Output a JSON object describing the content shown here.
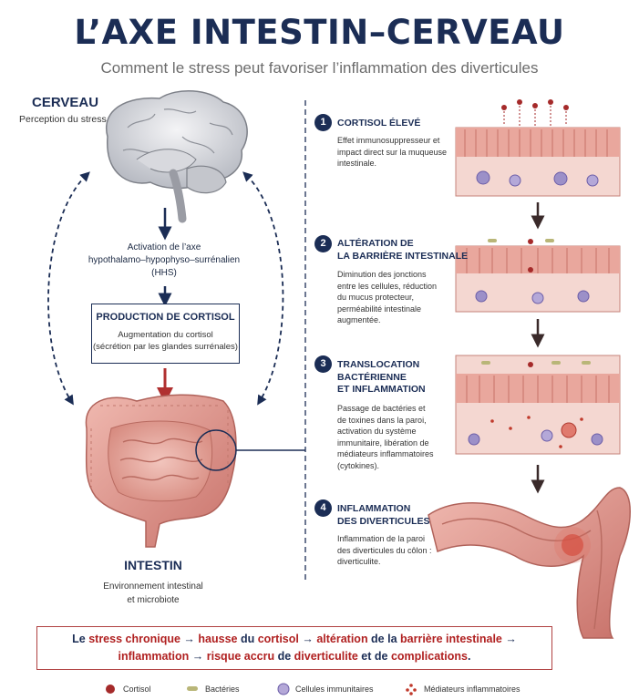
{
  "header": {
    "title": "L’AXE INTESTIN–CERVEAU",
    "subtitle": "Comment le stress peut favoriser l’inflammation des diverticules"
  },
  "brain": {
    "title": "CERVEAU",
    "subtitle": "Perception du stress"
  },
  "hhs": {
    "line1": "Activation de l’axe",
    "line2": "hypothalamo–hypophyso–surrénalien",
    "line3": "(HHS)"
  },
  "cortisol_box": {
    "title": "PRODUCTION DE CORTISOL",
    "line1": "Augmentation du cortisol",
    "line2": "(sécrétion par les glandes surrénales)"
  },
  "intestine": {
    "title": "INTESTIN",
    "line1": "Environnement intestinal",
    "line2": "et microbiote"
  },
  "steps": [
    {
      "num": "1",
      "title1": "CORTISOL ÉLEVÉ",
      "title2": "",
      "title3": "",
      "desc": [
        "Effet immunosuppresseur et",
        "impact direct sur la muqueuse",
        "intestinale."
      ]
    },
    {
      "num": "2",
      "title1": "ALTÉRATION DE",
      "title2": "LA BARRIÈRE INTESTINALE",
      "title3": "",
      "desc": [
        "Diminution des jonctions",
        "entre les cellules, réduction",
        "du mucus protecteur,",
        "perméabilité intestinale",
        "augmentée."
      ]
    },
    {
      "num": "3",
      "title1": "TRANSLOCATION",
      "title2": "BACTÉRIENNE",
      "title3": "ET INFLAMMATION",
      "desc": [
        "Passage de bactéries et",
        "de toxines dans la paroi,",
        "activation du système",
        "immunitaire, libération de",
        "médiateurs inflammatoires",
        "(cytokines)."
      ]
    },
    {
      "num": "4",
      "title1": "INFLAMMATION",
      "title2": "DES DIVERTICULES",
      "title3": "",
      "desc": [
        "Inflammation de la paroi",
        "des diverticules du côlon :",
        "diverticulite."
      ]
    }
  ],
  "summary": {
    "p1": "Le ",
    "p2": "stress chronique",
    "p3": " → ",
    "p4": "hausse",
    "p5": " du ",
    "p6": "cortisol",
    "p7": " → ",
    "p8": "altération",
    "p9": " de la ",
    "p10": "barrière intestinale",
    "p11": " →",
    "p12": "inflammation",
    "p13": " → ",
    "p14": "risque accru",
    "p15": " de ",
    "p16": "diverticulite",
    "p17": " et de ",
    "p18": "complications",
    "p19": "."
  },
  "legend": [
    {
      "label": "Cortisol",
      "icon": "red-dot-icon"
    },
    {
      "label": "Bactéries",
      "icon": "bacteria-icon"
    },
    {
      "label": "Cellules immunitaires",
      "icon": "immune-cell-icon"
    },
    {
      "label": "Médiateurs inflammatoires",
      "icon": "mediator-icon"
    }
  ],
  "colors": {
    "navy": "#1b2d55",
    "red": "#b02020",
    "tissue": "#e8a9a0"
  }
}
